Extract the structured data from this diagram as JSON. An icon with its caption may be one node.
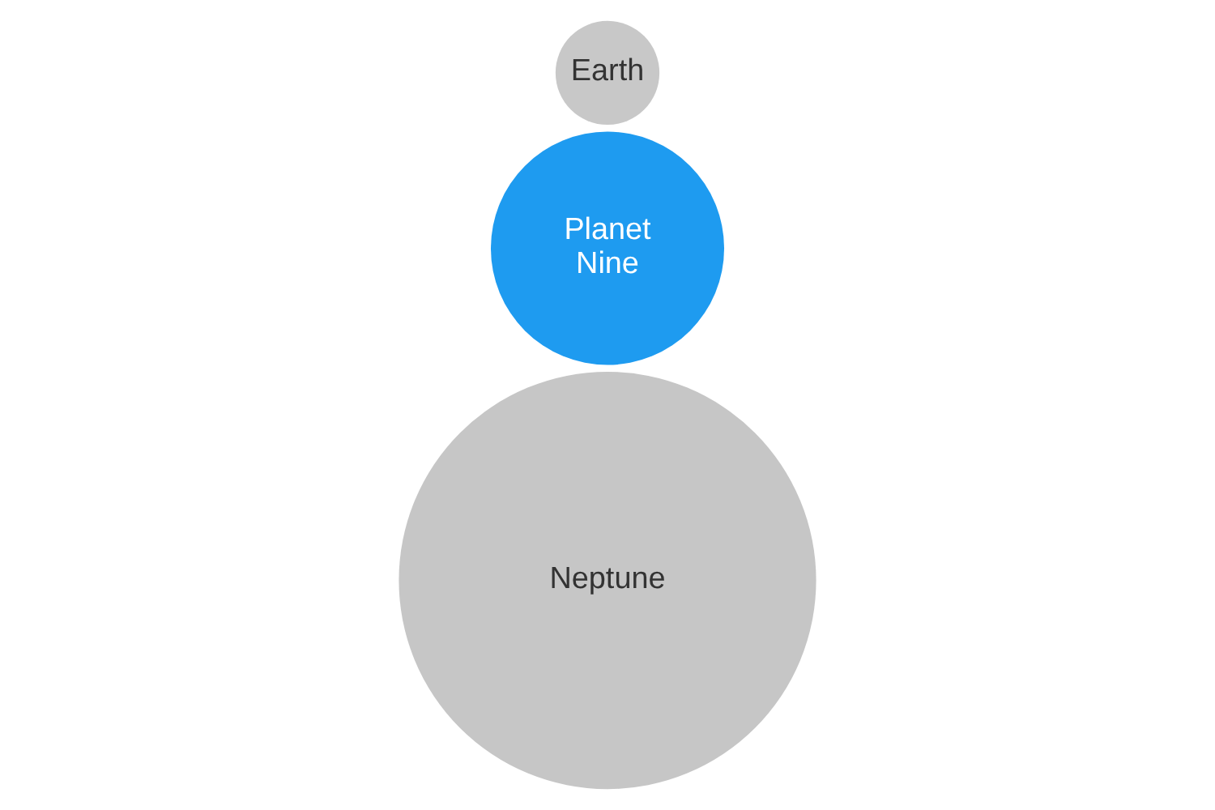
{
  "diagram": {
    "nodes": [
      {
        "text": [
          "Earth"
        ]
      },
      {
        "text": [
          "Planet Nine"
        ]
      },
      {
        "text": [
          "Neptune"
        ]
      }
    ]
  }
}
